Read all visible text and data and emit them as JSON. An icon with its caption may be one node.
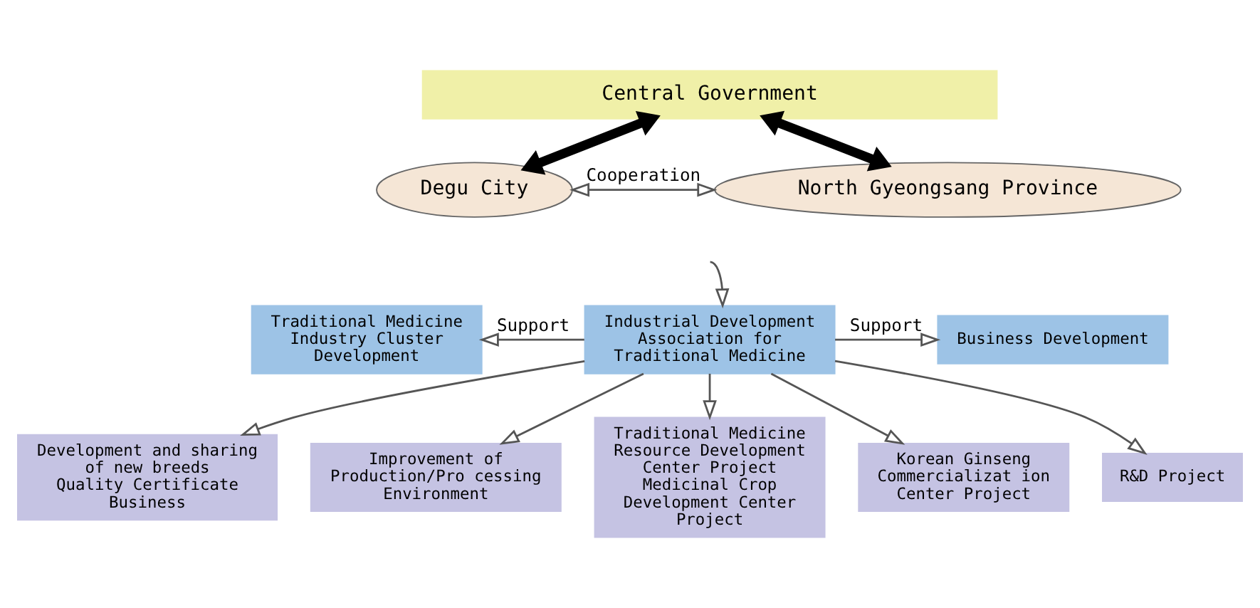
{
  "diagram": {
    "nodes": [
      {
        "text": [
          "Central Government"
        ]
      },
      {
        "text": [
          "Degu City"
        ]
      },
      {
        "text": [
          "North Gyeongsang Province"
        ]
      },
      {
        "text": [
          "Traditional Medicine Industry Cluster Development"
        ]
      },
      {
        "text": [
          "Industrial Development Association for Traditional Medicine"
        ]
      },
      {
        "text": [
          "Business Development"
        ]
      },
      {
        "text": [
          "Development and sharing of new breeds",
          "Quality Certificate Business"
        ]
      },
      {
        "text": [
          "Improvement of Production/Pro cessing Environment"
        ]
      },
      {
        "text": [
          "Traditional Medicine Resource Development Center Project",
          "Medicinal Crop Development Center Project"
        ]
      },
      {
        "text": [
          "Korean Ginseng Commercializat ion Center Project"
        ]
      },
      {
        "text": [
          "R&D Project"
        ]
      }
    ],
    "edges": [
      {
        "from": 1,
        "to": 0,
        "arrow": "both",
        "style": "thick"
      },
      {
        "from": 2,
        "to": 0,
        "arrow": "both",
        "style": "thick"
      },
      {
        "from": 1,
        "to": 2,
        "arrow": "both",
        "label": "Cooperation"
      },
      {
        "from": null,
        "to": 4,
        "arrow": "to"
      },
      {
        "from": 4,
        "to": 3,
        "arrow": "to",
        "label": "Support"
      },
      {
        "from": 4,
        "to": 5,
        "arrow": "to",
        "label": "Support"
      },
      {
        "from": 4,
        "to": 6,
        "arrow": "to"
      },
      {
        "from": 4,
        "to": 7,
        "arrow": "to"
      },
      {
        "from": 4,
        "to": 8,
        "arrow": "to"
      },
      {
        "from": 4,
        "to": 9,
        "arrow": "to"
      },
      {
        "from": 4,
        "to": 10,
        "arrow": "to"
      }
    ]
  }
}
